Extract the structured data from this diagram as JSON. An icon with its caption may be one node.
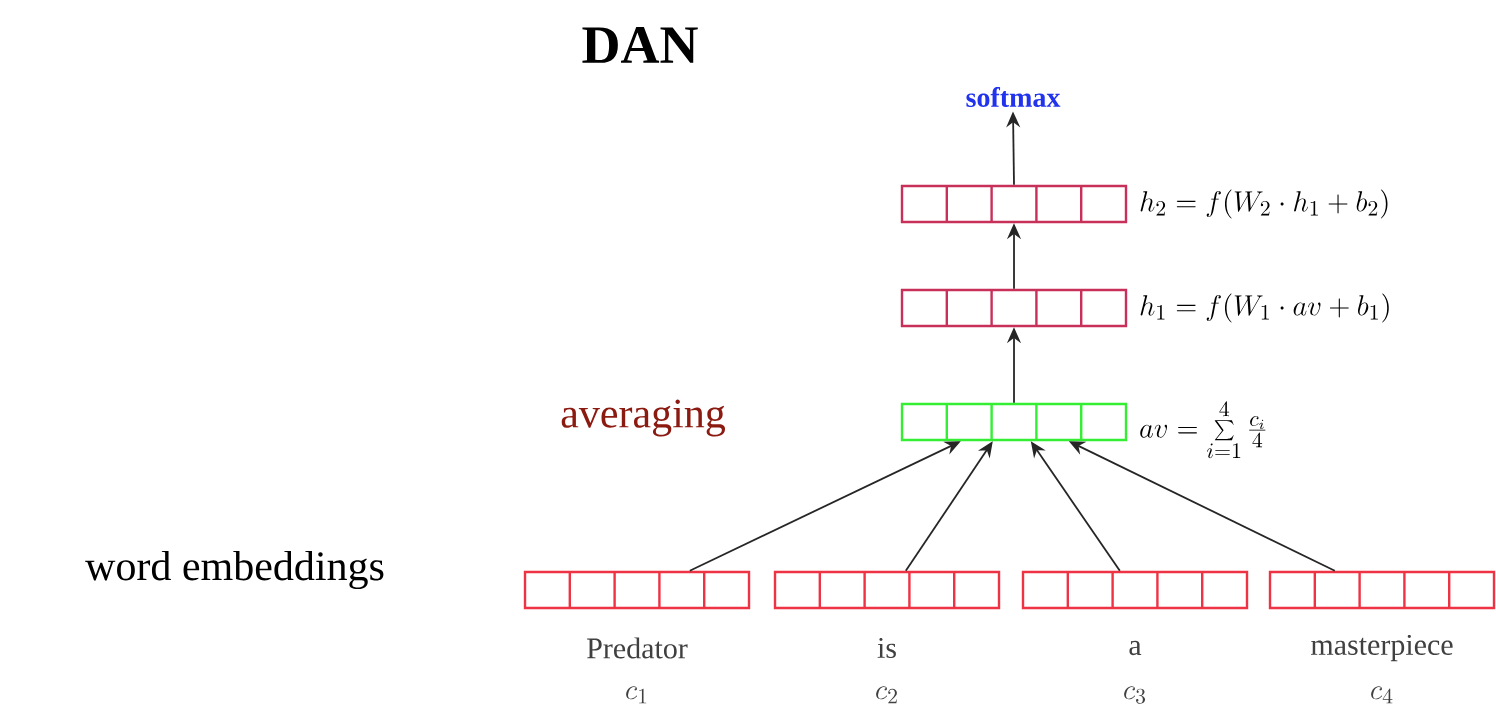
{
  "diagram": {
    "title": "DAN",
    "nodes": [
      {
        "text": [
          "softmax"
        ]
      },
      {
        "text": [],
        "shape": "box",
        "beside": [
          "h_2 = f(W_2 \\cdot h_1 + b_2)"
        ]
      },
      {
        "text": [],
        "shape": "box",
        "beside": [
          "h_1 = f(W_1 \\cdot av + b_1)"
        ]
      },
      {
        "text": [],
        "shape": "box",
        "beside": [
          "av = \\sum\\limits_{i=1}^{4} \\frac{c_i}{4}"
        ]
      },
      {
        "text": [],
        "shape": "box",
        "beside": [
          "Predator",
          "c_1"
        ]
      },
      {
        "text": [],
        "shape": "box",
        "beside": [
          "is",
          "c_2"
        ]
      },
      {
        "text": [],
        "shape": "box",
        "beside": [
          "a",
          "c_3"
        ]
      },
      {
        "text": [],
        "shape": "box",
        "beside": [
          "masterpiece",
          "c_4"
        ]
      }
    ],
    "edges": [
      {
        "from": 1,
        "to": 0,
        "arrow": "to"
      },
      {
        "from": 2,
        "to": 1,
        "arrow": "to"
      },
      {
        "from": 3,
        "to": 2,
        "arrow": "to"
      },
      {
        "from": 4,
        "to": 3,
        "arrow": "to"
      },
      {
        "from": 5,
        "to": 3,
        "arrow": "to"
      },
      {
        "from": 6,
        "to": 3,
        "arrow": "to"
      },
      {
        "from": 7,
        "to": 3,
        "arrow": "to"
      }
    ],
    "labels": [
      "averaging",
      "word embeddings"
    ]
  }
}
